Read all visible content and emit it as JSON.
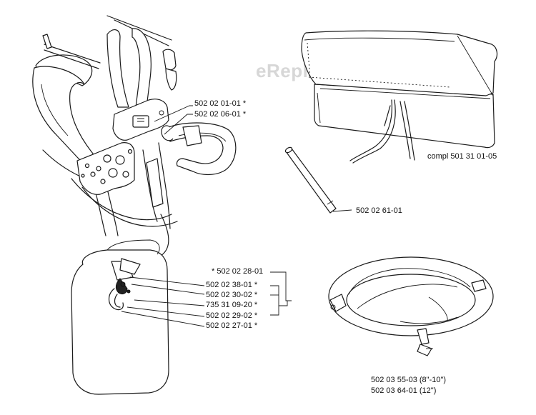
{
  "watermark": "eReplacementParts.com",
  "labels": {
    "harness_1": "502 02 01-01",
    "harness_1_mark": "*",
    "harness_2": "502 02 06-01",
    "harness_2_mark": "*",
    "bag": "compl 501 31 01-05",
    "rod": "502 02 61-01",
    "hip_top": "502 02 28-01",
    "hip_top_mark": "*",
    "hip_1": "502 02 38-01",
    "hip_1_mark": "*",
    "hip_2": "502 02 30-02",
    "hip_2_mark": "*",
    "hip_3": "735 31 09-20",
    "hip_3_mark": "*",
    "hip_4": "502 02 29-02",
    "hip_4_mark": "*",
    "hip_5": "502 02 27-01",
    "hip_5_mark": "*",
    "guard_1": "502 03 55-03 (8\"-10\")",
    "guard_2": "502 03 64-01 (12\")"
  }
}
